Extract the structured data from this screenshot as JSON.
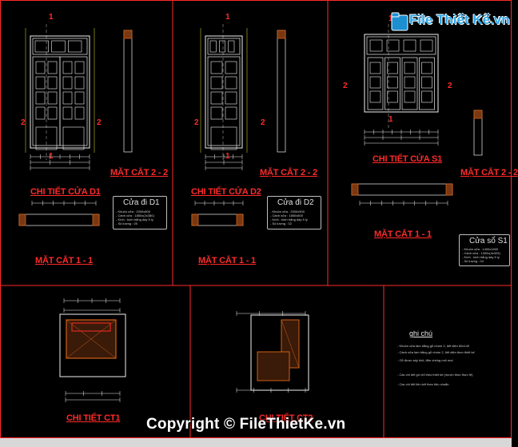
{
  "logo": {
    "text": "File Thiết Kế.vn"
  },
  "watermark": "Copyright © FileThietKe.vn",
  "panels": {
    "d1": {
      "title": "CHI TIẾT CỬA D1",
      "section22": "MẶT CẮT 2 - 2",
      "section11": "MẶT CẮT 1 - 1",
      "legend_title": "Cửa đi D1",
      "legend_lines": [
        "- Khuôn cửa : 2000x800",
        "- Cánh cửa : 1850x(2x380)",
        "- Kính : kính trắng dày 5 ly",
        "- Số lượng : 05"
      ]
    },
    "d2": {
      "title": "CHI TIẾT CỬA D2",
      "section22": "MẶT CẮT 2 - 2",
      "section11": "MẶT CẮT 1 - 1",
      "legend_title": "Cửa đi D2",
      "legend_lines": [
        "- Khuôn cửa : 2000x900",
        "- Cánh cửa : 1850x800",
        "- Kính : kính trắng dày 5 ly",
        "- Số lượng : 02"
      ]
    },
    "s1": {
      "title": "CHI TIẾT CỬA S1",
      "section22": "MẶT CẮT 2 - 2",
      "section11": "MẶT CẮT 1 - 1",
      "legend_title": "Cửa sổ S1",
      "legend_lines": [
        "- Khuôn cửa : 1400x1600",
        "- Cánh cửa : 1300x(4x325)",
        "- Kính : kính trắng dày 5 ly",
        "- Số lượng : 04"
      ]
    },
    "ct1": {
      "title": "CHI TIẾT CT1"
    },
    "ct2": {
      "title": "CHI TIẾT CT2"
    },
    "notes": {
      "heading": "ghi chú",
      "lines": [
        "- Khuôn cửa làm bằng gỗ nhóm 2, tiết diện 60x140",
        "- Cánh cửa làm bằng gỗ nhóm 2, tiết diện theo thiết kế",
        "- Gỗ được sấy khô, tẩm chống mối mọt",
        "- Các chi tiết gờ chỉ theo thiết kế (mượn theo thực tế)",
        "- Các chi tiết liên kết theo tiêu chuẩn"
      ]
    }
  },
  "markers": {
    "one": "1",
    "two": "2"
  },
  "colors": {
    "red": "#ff2a2a",
    "white": "#f0f0f0",
    "yellow": "#e8e830",
    "orange": "#d06018",
    "cyan": "#4ad3e0"
  }
}
